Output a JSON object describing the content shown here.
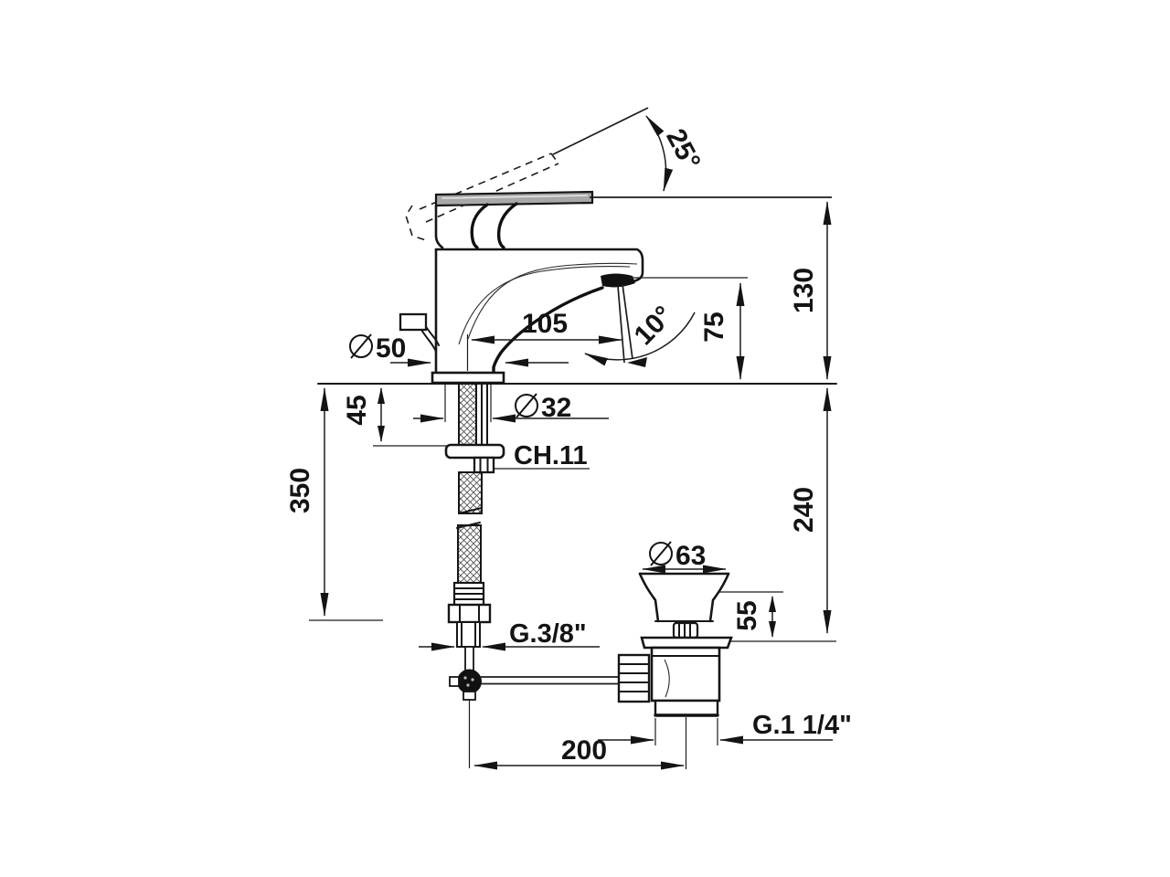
{
  "drawing": {
    "type": "technical-drawing",
    "subject": "Single-lever basin mixer tap with pop-up waste, side elevation with dimensions",
    "units": "mm",
    "labels": {
      "handle_angle": "25°",
      "water_angle": "10°",
      "height_above_deck": "130",
      "spout_height": "75",
      "spout_reach": "105",
      "deck_to_waste_flange": "240",
      "hose_length": "350",
      "deck_clamp_height": "45",
      "waste_top_height": "55",
      "rod_to_waste_center": "200",
      "base_diameter": "50",
      "hole_diameter": "32",
      "waste_cap_diameter": "63",
      "hex_size": "CH.11",
      "supply_thread": "G.3/8\"",
      "waste_thread": "G.1 1/4\""
    }
  }
}
